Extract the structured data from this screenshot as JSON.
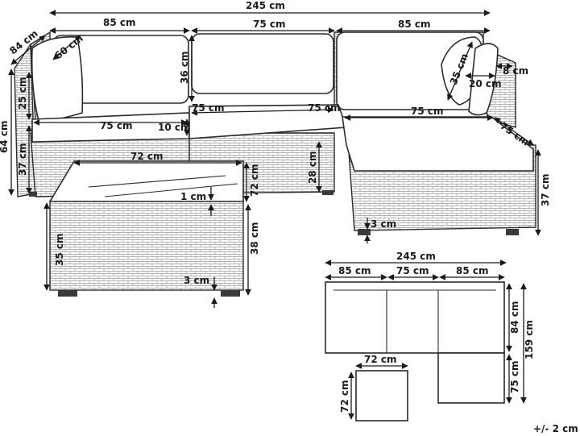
{
  "labels": {
    "total_width": "245 cm",
    "left_seat_width": "85 cm",
    "middle_seat_width": "75 cm",
    "right_seat_width": "85 cm",
    "side_depth": "84 cm",
    "back_cushion_width": "60 cm",
    "back_cushion_height": "36 cm",
    "arm_height": "25 cm",
    "total_height": "64 cm",
    "seat_height": "37 cm",
    "left_seat_depth": "75 cm",
    "middle_seat_depth_left": "75 cm",
    "middle_seat_depth_right": "75 cm",
    "frame_gap": "10 cm",
    "table_width": "72 cm",
    "table_glass": "1 cm",
    "table_depth": "72 cm",
    "table_body_height": "35 cm",
    "table_height": "38 cm",
    "table_leg": "3 cm",
    "sofa_frame_height": "28 cm",
    "pillow_height": "35 cm",
    "pillow_depth": "20 cm",
    "arm_thickness": "8 cm",
    "ottoman_width": "75 cm",
    "ottoman_depth": "75 cm",
    "ottoman_leg": "3 cm",
    "ottoman_height": "37 cm",
    "plan_total": "245 cm",
    "plan_left": "85 cm",
    "plan_middle": "75 cm",
    "plan_right": "85 cm",
    "plan_depth": "84 cm",
    "plan_full_depth": "159 cm",
    "plan_ottoman": "75 cm",
    "plan_table_width": "72 cm",
    "plan_table_depth": "72 cm",
    "tolerance": "+/- 2 cm"
  },
  "colors": {
    "line": "#2a2a2a",
    "wicker": "#8a8a8a",
    "background": "#ffffff"
  }
}
